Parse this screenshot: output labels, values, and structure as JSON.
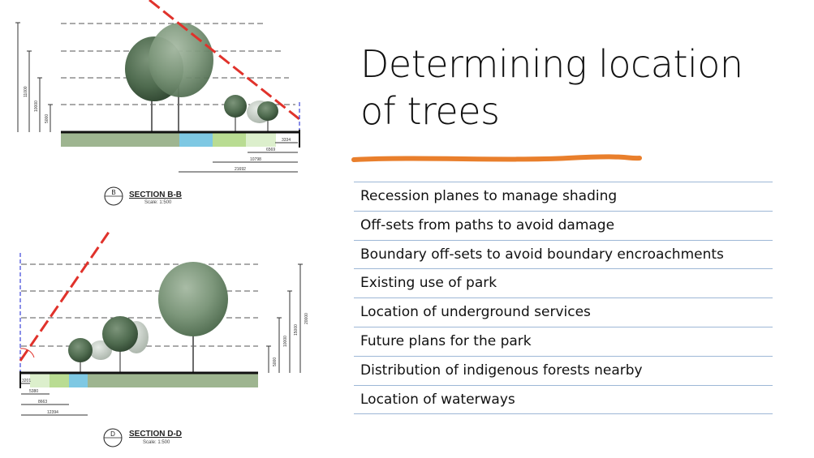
{
  "slide": {
    "title_lines": [
      "Determining location",
      "of trees"
    ],
    "accent_color": "#e97f2c",
    "divider_color": "#9db7d6",
    "factors": [
      "Recession planes to manage shading",
      "Off-sets from paths to avoid damage",
      "Boundary off-sets to avoid boundary encroachments",
      "Existing use of park",
      "Location of underground services",
      "Future plans for the park",
      "Distribution of indigenous forests nearby",
      "Location of waterways"
    ]
  },
  "section_b": {
    "marker": "B",
    "title": "SECTION B-B",
    "scale": "Scale: 1:500",
    "dims": [
      "3334",
      "6569",
      "10798",
      "21692",
      "11000",
      "10000",
      "5000"
    ]
  },
  "section_d": {
    "marker": "D",
    "title": "SECTION D-D",
    "scale": "Scale: 1:500",
    "dims": [
      "3201",
      "5380",
      "8663",
      "12394",
      "5000",
      "10000",
      "15000",
      "20000"
    ]
  },
  "colors": {
    "ground_green": "#9eb590",
    "water_blue": "#7ec8e3",
    "light_green": "#b9dc92",
    "pale_green": "#dcefcc",
    "tree_dark": "#4f6b4f",
    "tree_light": "#8fa68d",
    "recession_red": "#e0322b",
    "boundary_blue": "#3b44d8"
  }
}
